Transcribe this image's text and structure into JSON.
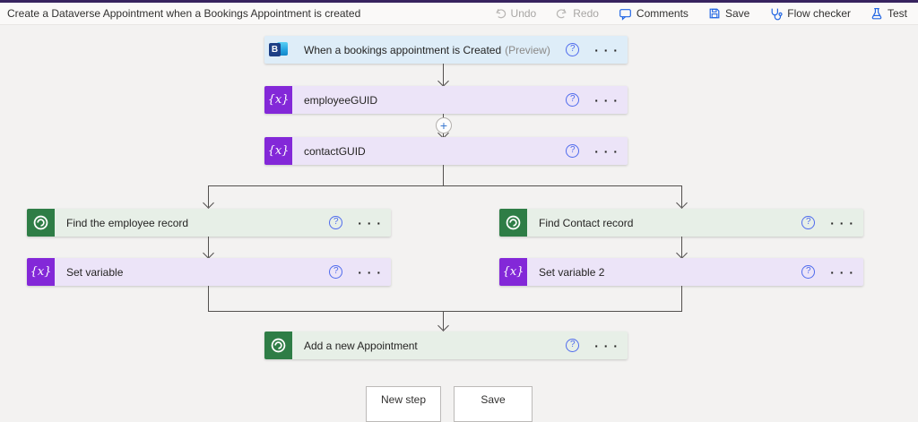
{
  "header": {
    "title": "Create a Dataverse Appointment when a Bookings Appointment is created",
    "actions": {
      "undo": "Undo",
      "redo": "Redo",
      "comments": "Comments",
      "save": "Save",
      "flow_checker": "Flow checker",
      "test": "Test"
    }
  },
  "flow": {
    "trigger": {
      "label": "When a bookings appointment is Created",
      "preview": "(Preview)",
      "connector": "microsoft-bookings"
    },
    "nodes": {
      "employee_guid": {
        "label": "employeeGUID",
        "connector": "variable"
      },
      "contact_guid": {
        "label": "contactGUID",
        "connector": "variable"
      },
      "find_employee": {
        "label": "Find the employee record",
        "connector": "dataverse"
      },
      "find_contact": {
        "label": "Find Contact record",
        "connector": "dataverse"
      },
      "set_variable": {
        "label": "Set variable",
        "connector": "variable"
      },
      "set_variable_2": {
        "label": "Set variable 2",
        "connector": "variable"
      },
      "add_appointment": {
        "label": "Add a new Appointment",
        "connector": "dataverse"
      }
    },
    "icons": {
      "variable_glyph": "{x}",
      "help_glyph": "?",
      "ellipsis_glyph": "· · ·",
      "plus_glyph": "+",
      "bookings_glyph": "B"
    }
  },
  "footer": {
    "new_step_label": "New step",
    "save_label": "Save"
  },
  "colors": {
    "top_strip": "#37235f",
    "canvas_bg": "#f3f2f1",
    "trigger_card": "#deedf8",
    "variable_card": "#ece4f8",
    "variable_tile": "#8328d8",
    "dataverse_card": "#e7efe7",
    "dataverse_tile": "#2e7d46",
    "toolbar_icon_blue": "#2266e3",
    "help_icon_blue": "#4f6bed",
    "connector_line": "#53504e"
  }
}
